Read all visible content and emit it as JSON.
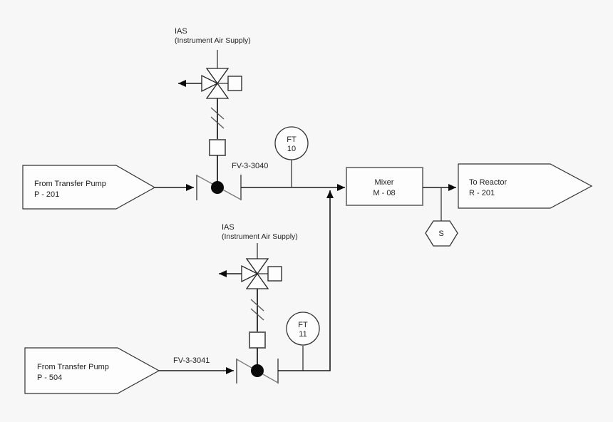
{
  "colors": {
    "background": "#f7f7f7",
    "flow_line": "#1a1a1a",
    "valve_gray": "#777777",
    "mixer_border": "#808080",
    "text": "#222222"
  },
  "top_branch": {
    "source": {
      "line1": "From Transfer Pump",
      "line2": "P - 201"
    },
    "ias": {
      "title": "IAS",
      "subtitle": "(Instrument Air Supply)"
    },
    "valve_tag": "FV-3-3040",
    "flow_transmitter": {
      "line1": "FT",
      "line2": "10"
    }
  },
  "bottom_branch": {
    "source": {
      "line1": "From Transfer Pump",
      "line2": "P - 504"
    },
    "ias": {
      "title": "IAS",
      "subtitle": "(Instrument Air Supply)"
    },
    "valve_tag": "FV-3-3041",
    "flow_transmitter": {
      "line1": "FT",
      "line2": "11"
    }
  },
  "mixer": {
    "line1": "Mixer",
    "line2": "M - 08"
  },
  "destination": {
    "line1": "To Reactor",
    "line2": "R - 201"
  },
  "interlock": {
    "label": "S"
  }
}
